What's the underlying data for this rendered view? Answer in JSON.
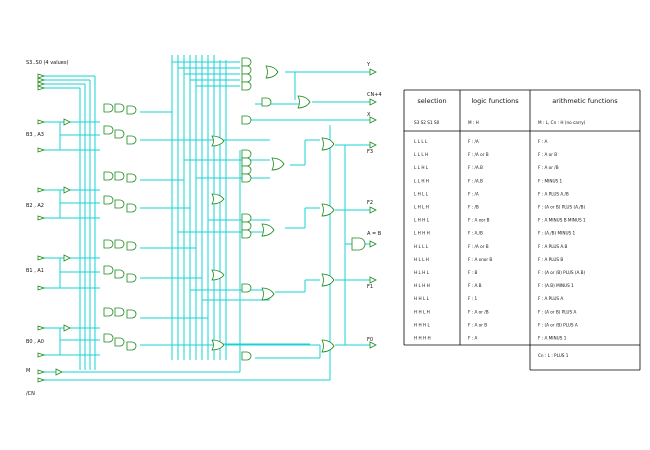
{
  "signal_labels": {
    "select": "S3..S0 (4 values)",
    "b3a3": "B3 , A3",
    "b2a2": "B2 , A2",
    "b1a1": "B1 , A1",
    "b0a0": "B0 , A0",
    "m": "M",
    "cn": "/CN",
    "y": "Y",
    "cn4": "CN+4 ",
    "x": "X",
    "f3": "F3",
    "f2": "F2",
    "aeqb": "A = B",
    "f1": "F1",
    "f0": "F0"
  },
  "table": {
    "headers": {
      "selection": "selection",
      "logic": "logic functions",
      "arith": "arithmetic functions"
    },
    "subheaders": {
      "selection": "S3  S2  S1  S0",
      "logic": "M : H",
      "arith": "M : L, Cn : H (no carry)"
    },
    "rows": [
      {
        "s": "L  L  L  L",
        "logic": "F : /A",
        "arith": "F : A"
      },
      {
        "s": "L  L  L  H",
        "logic": "F : /A or B",
        "arith": "F : A or B"
      },
      {
        "s": "L  L  H  L",
        "logic": "F : /A.B",
        "arith": "F : A or /B"
      },
      {
        "s": "L  L  H  H",
        "logic": "F : /A.B",
        "arith": "F : MINUS 1"
      },
      {
        "s": "L  H  L  L",
        "logic": "F : /A",
        "arith": "F : A PLUS A./B"
      },
      {
        "s": "L  H  L  H",
        "logic": "F : /B",
        "arith": "F : (A or B) PLUS (A./B)"
      },
      {
        "s": "L  H  H  L",
        "logic": "F : A xor B",
        "arith": "F : A MINUS B MINUS 1"
      },
      {
        "s": "L  H  H  H",
        "logic": "F : A./B",
        "arith": "F : (A./B) MINUS 1"
      },
      {
        "s": "H  L  L  L",
        "logic": "F : /A or B",
        "arith": "F : A PLUS A.B"
      },
      {
        "s": "H  L  L  H",
        "logic": "F : A xnor B",
        "arith": "F : A PLUS B"
      },
      {
        "s": "H  L  H  L",
        "logic": "F : B",
        "arith": "F : (A or /B) PLUS (A.B)"
      },
      {
        "s": "H  L  H  H",
        "logic": "F : A.B",
        "arith": "F : (A.B) MINUS 1"
      },
      {
        "s": "H  H  L  L",
        "logic": "F : 1",
        "arith": "F : A PLUS A"
      },
      {
        "s": "H  H  L  H",
        "logic": "F : A or /B",
        "arith": "F : (A or B) PLUS A"
      },
      {
        "s": "H  H  H  L",
        "logic": "F : A or B",
        "arith": "F : (A or /B) PLUS A"
      },
      {
        "s": "H  H  H  H",
        "logic": "F : A",
        "arith": "F : A MINUS 1"
      }
    ],
    "footer": "Cn : L : PLUS 1"
  },
  "colors": {
    "wire": "#17d3d3",
    "gate": "#1a8a1a",
    "text": "#111111"
  }
}
